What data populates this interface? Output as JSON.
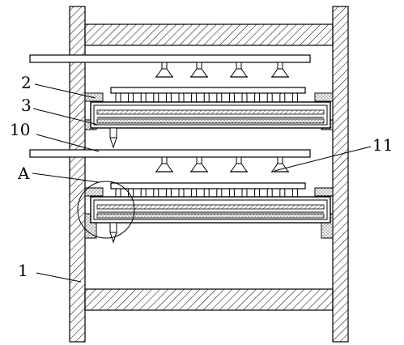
{
  "labels": {
    "l2": "2",
    "l3": "3",
    "l10": "10",
    "lA": "A",
    "l11": "11",
    "l1": "1"
  },
  "colors": {
    "stroke": "#000000",
    "background": "#ffffff"
  }
}
